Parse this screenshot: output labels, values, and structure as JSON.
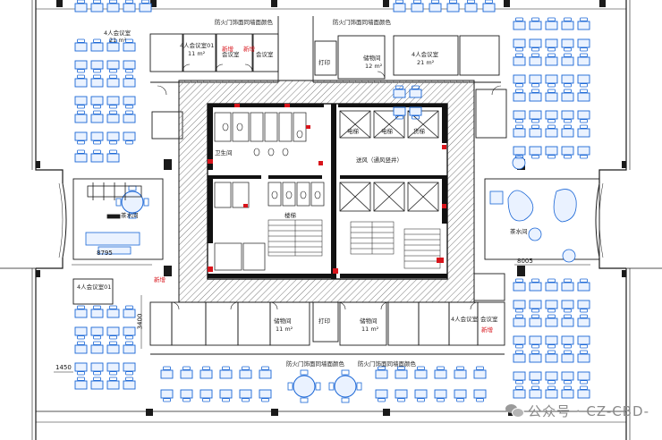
{
  "plan": {
    "labels": {
      "conf4_21": "4人会议室",
      "area_21": "21 m²",
      "conf_tl": "4人会议室01",
      "area_11": "11 m²",
      "conf_room_a": "会议室",
      "conf_room_b": "会议室",
      "fire_door_left": "防火门饰面同墙面颜色",
      "fire_door_right": "防火门饰面同墙面颜色",
      "print_top": "打印",
      "storage_top": "储物间",
      "storage_top_area": "12 m²",
      "conf4_tr": "4人会议室",
      "area_tr": "21 m²",
      "tea_left": "茶水间",
      "tea_right": "茶水间",
      "dim_8795": "8795",
      "dim_8005": "8005",
      "dim_3400": "3400",
      "dim_1450": "1450",
      "conf4_bl": "4人会议室01",
      "storage_bl": "储物间",
      "storage_bl_area": "11 m²",
      "print_bot": "打印",
      "storage_br": "储物间",
      "storage_br_area": "11 m²",
      "conf4_br_a": "4人会议室",
      "conf4_br_b": "会议室",
      "fire_door_bl": "防火门饰面同墙面颜色",
      "fire_door_br": "防火门饰面同墙面颜色",
      "core_shaft": "送风（通风竖井）",
      "core_elev_a": "电梯",
      "core_elev_b": "电梯",
      "core_freight": "货梯",
      "core_stair": "楼梯",
      "core_toilet": "卫生间",
      "red_tag_1": "新增",
      "red_tag_2": "新增",
      "red_tag_3": "新增",
      "red_tag_4": "新增"
    },
    "watermark": "公众号 · CZ-CBD-",
    "colors": {
      "line": "#1a1a1a",
      "furniture": "#1a66d6",
      "furniture_fill": "#e9f2ff",
      "core_hatch": "#6f6f6f",
      "red": "#d8141b"
    }
  }
}
